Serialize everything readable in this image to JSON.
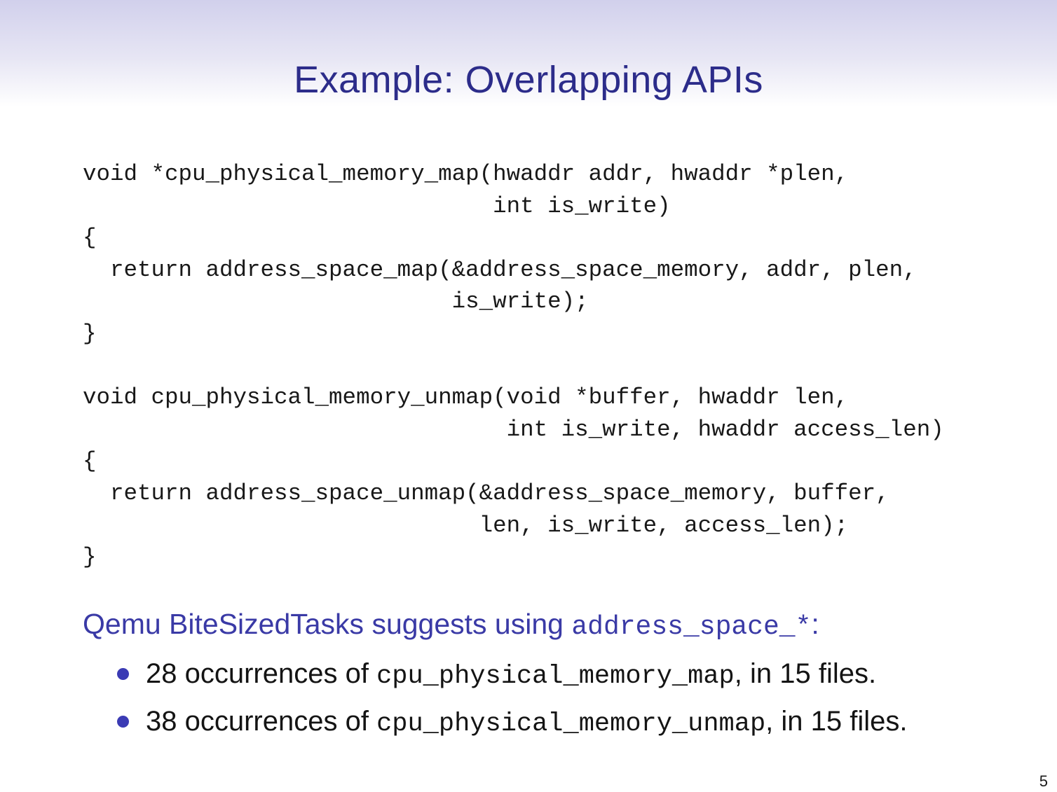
{
  "slide": {
    "title": "Example: Overlapping APIs",
    "page_number": "5",
    "colors": {
      "title_text": "#2c2c8a",
      "accent_blue": "#3a3aa6",
      "bullet_dot": "#3b3bb4",
      "gradient_top": "#d1d0ec",
      "gradient_bottom": "#ffffff",
      "code_text": "#181818"
    },
    "code_block": {
      "content": "void *cpu_physical_memory_map(hwaddr addr, hwaddr *plen,\n                              int is_write)\n{\n  return address_space_map(&address_space_memory, addr, plen,\n                           is_write);\n}\n\nvoid cpu_physical_memory_unmap(void *buffer, hwaddr len,\n                               int is_write, hwaddr access_len)\n{\n  return address_space_unmap(&address_space_memory, buffer,\n                             len, is_write, access_len);\n}"
    },
    "suggestion": {
      "prefix": "Qemu BiteSizedTasks suggests using ",
      "code": "address_space_*",
      "suffix": ":"
    },
    "bullets": [
      {
        "prefix": "28 occurrences of ",
        "code": "cpu_physical_memory_map",
        "suffix": ", in 15 files."
      },
      {
        "prefix": "38 occurrences of ",
        "code": "cpu_physical_memory_unmap",
        "suffix": ", in 15 files."
      }
    ]
  }
}
